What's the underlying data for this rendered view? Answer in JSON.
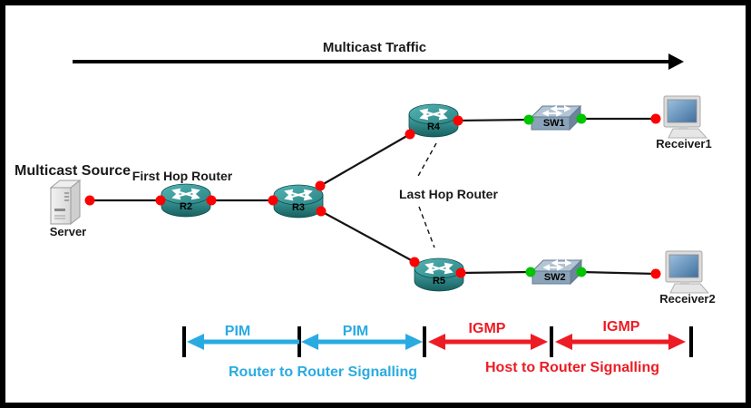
{
  "labels": {
    "traffic": "Multicast Traffic",
    "source": "Multicast Source",
    "first_hop": "First Hop Router",
    "last_hop": "Last Hop Router",
    "router_signalling": "Router to Router Signalling",
    "host_signalling": "Host to Router Signalling"
  },
  "nodes": {
    "server": {
      "label": "Server",
      "role": "multicast-source"
    },
    "r2": {
      "label": "R2",
      "role": "first-hop-router"
    },
    "r3": {
      "label": "R3",
      "role": "branch-router"
    },
    "r4": {
      "label": "R4",
      "role": "last-hop-router"
    },
    "r5": {
      "label": "R5",
      "role": "last-hop-router"
    },
    "sw1": {
      "label": "SW1",
      "role": "switch"
    },
    "sw2": {
      "label": "SW2",
      "role": "switch"
    },
    "receiver1": {
      "label": "Receiver1",
      "role": "host"
    },
    "receiver2": {
      "label": "Receiver2",
      "role": "host"
    }
  },
  "signalling": {
    "segments": [
      {
        "label": "PIM",
        "protocol": "PIM",
        "heads": "left"
      },
      {
        "label": "PIM",
        "protocol": "PIM",
        "heads": "both"
      },
      {
        "label": "IGMP",
        "protocol": "IGMP",
        "heads": "both"
      },
      {
        "label": "IGMP",
        "protocol": "IGMP",
        "heads": "both"
      }
    ]
  },
  "colors": {
    "pim_blue": "#29ABE2",
    "igmp_red": "#ED1C24",
    "endpoint_red": "#FF0000",
    "endpoint_green": "#00C400",
    "router_teal": "#2E8F8F",
    "switch_blue_gray": "#8FA9C0"
  }
}
